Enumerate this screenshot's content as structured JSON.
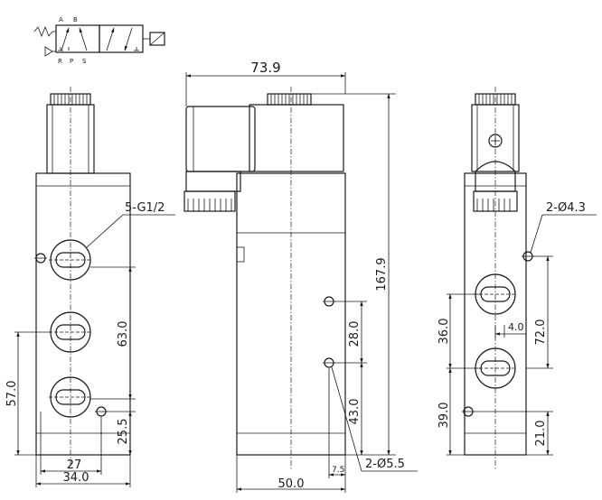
{
  "symbol": {
    "port_labels": [
      "A",
      "B",
      "R",
      "P",
      "S"
    ],
    "exhaust_label": "T"
  },
  "front_view": {
    "port_callout": "5-G1/2",
    "dims": {
      "ports_span": "63.0",
      "port_height": "57.0",
      "bottom_offset": "25.5",
      "hole_spacing": "27",
      "body_width": "34.0"
    }
  },
  "side_view": {
    "dims": {
      "overall_width": "73.9",
      "overall_height": "167.9",
      "mount_spacing": "28.0",
      "mount_height": "43.0",
      "body_width": "50.0",
      "edge_offset": "7.5",
      "hole_callout": "2-Ø5.5"
    }
  },
  "right_view": {
    "dims": {
      "hole_callout": "2-Ø4.3",
      "port_span": "36.0",
      "upper_height": "72.0",
      "offset": "4.0",
      "lower_height": "39.0",
      "bottom_offset": "21.0"
    }
  }
}
